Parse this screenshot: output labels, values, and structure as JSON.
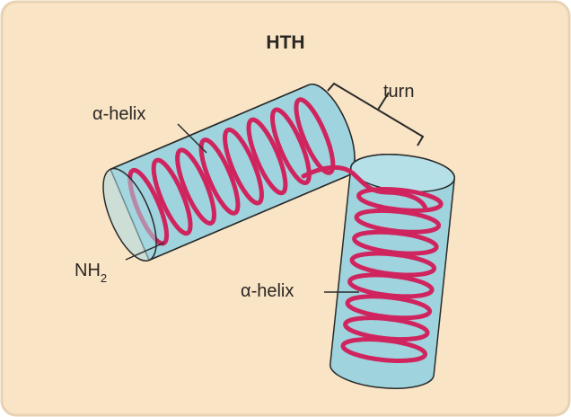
{
  "diagram": {
    "title": "HTH",
    "labels": {
      "helix_top": "α-helix",
      "turn": "turn",
      "nh2_main": "NH",
      "nh2_sub": "2",
      "helix_right": "α-helix"
    },
    "colors": {
      "background": "#f9e4c6",
      "border": "#e8d2b3",
      "cylinder_fill": "#9fd3dd",
      "cylinder_stroke": "#2a2a2a",
      "helix": "#d0245e",
      "text": "#2a2622"
    }
  }
}
